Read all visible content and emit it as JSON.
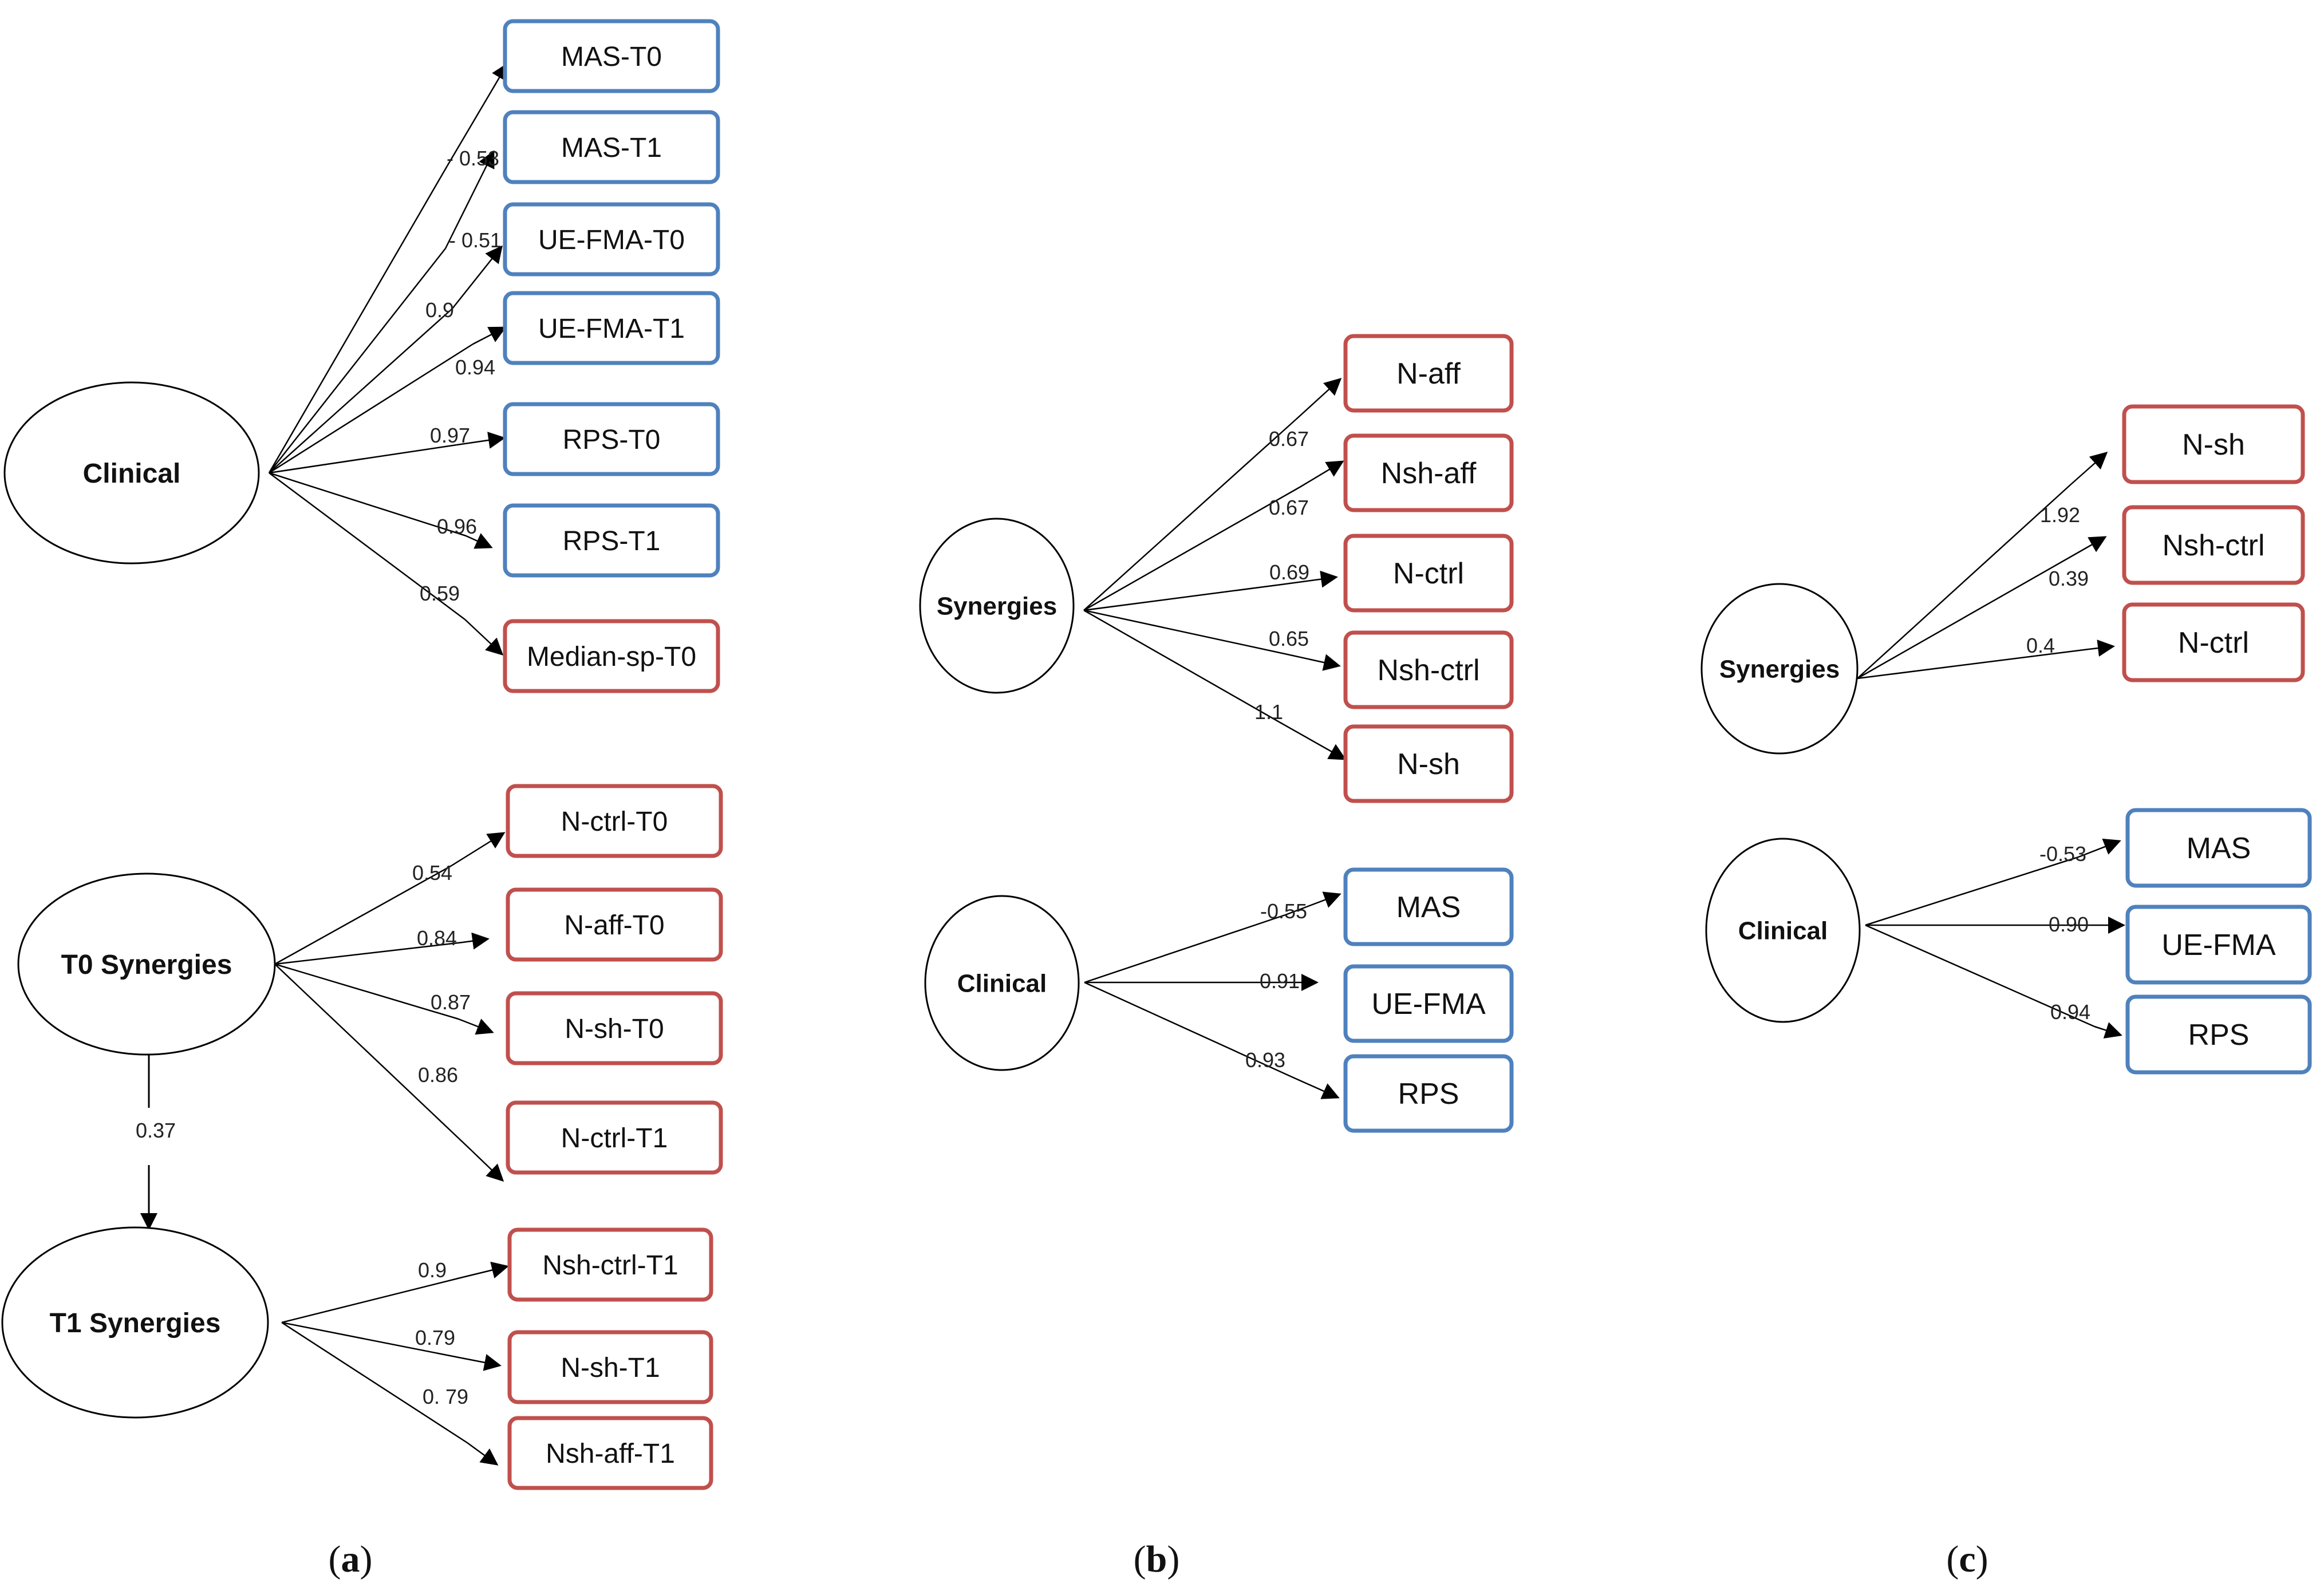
{
  "colors": {
    "clinical_box": "#4F81BD",
    "synergy_box": "#C0504D",
    "line": "#000000"
  },
  "panels": [
    {
      "id": "a",
      "caption": "a",
      "models": [
        {
          "latent": "Clinical",
          "indicators": [
            {
              "label": "MAS-T0",
              "type": "clinical",
              "coef": "- 0.53"
            },
            {
              "label": "MAS-T1",
              "type": "clinical",
              "coef": "- 0.51"
            },
            {
              "label": "UE-FMA-T0",
              "type": "clinical",
              "coef": "0.9"
            },
            {
              "label": "UE-FMA-T1",
              "type": "clinical",
              "coef": "0.94"
            },
            {
              "label": "RPS-T0",
              "type": "clinical",
              "coef": "0.97"
            },
            {
              "label": "RPS-T1",
              "type": "clinical",
              "coef": "0.96"
            },
            {
              "label": "Median-sp-T0",
              "type": "synergy",
              "coef": "0.59"
            }
          ]
        },
        {
          "latent": "T0 Synergies",
          "indicators": [
            {
              "label": "N-ctrl-T0",
              "type": "synergy",
              "coef": "0.54"
            },
            {
              "label": "N-aff-T0",
              "type": "synergy",
              "coef": "0.84"
            },
            {
              "label": "N-sh-T0",
              "type": "synergy",
              "coef": "0.87"
            },
            {
              "label": "N-ctrl-T1",
              "type": "synergy",
              "coef": "0.86"
            }
          ]
        },
        {
          "latent": "T1 Synergies",
          "indicators": [
            {
              "label": "Nsh-ctrl-T1",
              "type": "synergy",
              "coef": "0.9"
            },
            {
              "label": "N-sh-T1",
              "type": "synergy",
              "coef": "0.79"
            },
            {
              "label": "Nsh-aff-T1",
              "type": "synergy",
              "coef": "0. 79"
            }
          ]
        }
      ],
      "correlation": "0.37"
    },
    {
      "id": "b",
      "caption": "b",
      "models": [
        {
          "latent": "Synergies",
          "indicators": [
            {
              "label": "N-aff",
              "type": "synergy",
              "coef": "0.67"
            },
            {
              "label": "Nsh-aff",
              "type": "synergy",
              "coef": "0.67"
            },
            {
              "label": "N-ctrl",
              "type": "synergy",
              "coef": "0.69"
            },
            {
              "label": "Nsh-ctrl",
              "type": "synergy",
              "coef": "0.65"
            },
            {
              "label": "N-sh",
              "type": "synergy",
              "coef": "1.1"
            }
          ]
        },
        {
          "latent": "Clinical",
          "indicators": [
            {
              "label": "MAS",
              "type": "clinical",
              "coef": "-0.55"
            },
            {
              "label": "UE-FMA",
              "type": "clinical",
              "coef": "0.91"
            },
            {
              "label": "RPS",
              "type": "clinical",
              "coef": "0.93"
            }
          ]
        }
      ]
    },
    {
      "id": "c",
      "caption": "c",
      "models": [
        {
          "latent": "Synergies",
          "indicators": [
            {
              "label": "N-sh",
              "type": "synergy",
              "coef": "1.92"
            },
            {
              "label": "Nsh-ctrl",
              "type": "synergy",
              "coef": "0.39"
            },
            {
              "label": "N-ctrl",
              "type": "synergy",
              "coef": "0.4"
            }
          ]
        },
        {
          "latent": "Clinical",
          "indicators": [
            {
              "label": "MAS",
              "type": "clinical",
              "coef": "-0.53"
            },
            {
              "label": "UE-FMA",
              "type": "clinical",
              "coef": "0.90"
            },
            {
              "label": "RPS",
              "type": "clinical",
              "coef": "0.94"
            }
          ]
        }
      ]
    }
  ]
}
